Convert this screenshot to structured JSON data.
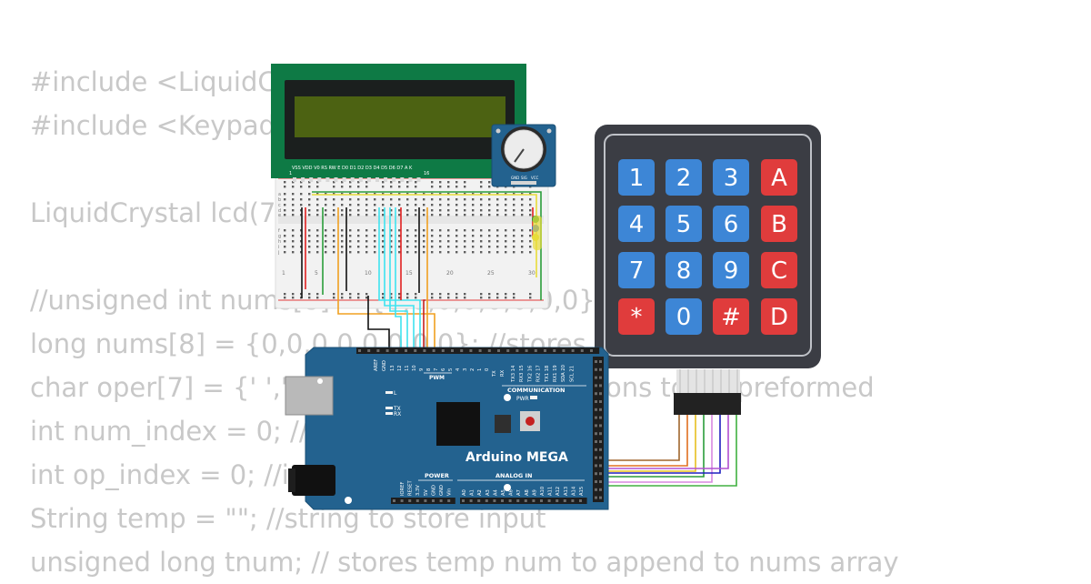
{
  "code_lines": [
    "#include <LiquidCrystal.h>",
    "#include <Keypad.h>",
    "",
    "LiquidCrystal lcd(7, 6, 5, 4, 3, 2);",
    "",
    "//unsigned int nums[8] = {0,0,0,0,0,0,0,0}; //stores inputs",
    "long nums[8] = {0,0,0,0,0,0,0,0}; //stores numbers",
    "char oper[7] = {' ',' ',' ',' ',' ',' ',' '}; //operations to be preformed",
    "int num_index = 0; //index of nums array",
    "int op_index = 0; //index of oper array",
    "String temp = \"\"; //string to store input",
    "unsigned long tnum; // stores temp num to append to nums array"
  ],
  "lcd": {
    "pin_labels": "VSS VDD V0 RS RW E  D0 D1 D2 D3 D4 D5 D6 D7 A  K",
    "pin_first": "1",
    "pin_last": "16"
  },
  "breadboard": {
    "row_labels": [
      "a",
      "b",
      "c",
      "d",
      "e",
      "f",
      "g",
      "h",
      "i",
      "j"
    ],
    "column_numbers": [
      "1",
      "5",
      "10",
      "15",
      "20",
      "25",
      "30"
    ]
  },
  "potentiometer": {
    "pin_labels": [
      "GND",
      "SIG",
      "VCC"
    ]
  },
  "keypad": {
    "keys": [
      "1",
      "2",
      "3",
      "A",
      "4",
      "5",
      "6",
      "B",
      "7",
      "8",
      "9",
      "C",
      "*",
      "0",
      "#",
      "D"
    ]
  },
  "arduino": {
    "name": "Arduino MEGA",
    "pwm_label": "PWM",
    "communication_label": "COMMUNICATION",
    "power_label": "POWER",
    "analog_label": "ANALOG IN",
    "pwr_led_label": "PWR",
    "led_l": "L",
    "led_tx": "TX",
    "led_rx": "RX",
    "top_pins": [
      "AREF",
      "GND",
      "13",
      "12",
      "11",
      "10",
      "9",
      "8",
      "7",
      "6",
      "5",
      "4",
      "3",
      "2",
      "1",
      "0"
    ],
    "tx_rx": [
      "TX",
      "RX"
    ],
    "comm_pins": [
      "TX3 14",
      "RX3 15",
      "TX2 16",
      "RX2 17",
      "TX1 18",
      "RX1 19",
      "SDA 20",
      "SCL 21"
    ],
    "power_pins": [
      "IOREF",
      "RESET",
      "3.3V",
      "5V",
      "GND",
      "GND",
      "Vin"
    ],
    "analog_pins": [
      "A0",
      "A1",
      "A2",
      "A3",
      "A4",
      "A5",
      "A6",
      "A7",
      "A8",
      "A9",
      "A10",
      "A11",
      "A12",
      "A13",
      "A14",
      "A15"
    ]
  },
  "colors": {
    "code_text": "#c8c8c8",
    "lcd_board": "#0e7a45",
    "lcd_screen": "#4c6212",
    "board_blue": "#23628f",
    "keypad_body": "#3b3d44",
    "key_blue": "#3d86d6",
    "key_red": "#e03c3c"
  }
}
